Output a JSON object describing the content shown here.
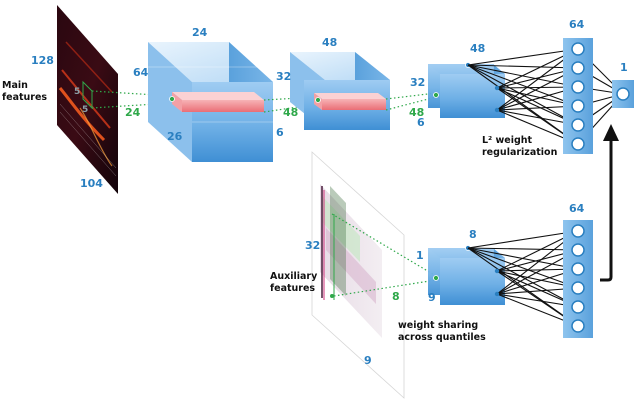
{
  "colors": {
    "dim_blue": "#2a7fc0",
    "dim_green": "#2fa84a",
    "block_face": "#7ab6e8",
    "block_dark": "#3f8fd4",
    "kernel_red": "#f07f85",
    "arrow": "#111111"
  },
  "main_input": {
    "label_line1": "Main",
    "label_line2": "features",
    "height": "128",
    "width": "104",
    "kernel_a": "5",
    "kernel_b": "5"
  },
  "conv1": {
    "depth": "24",
    "height": "64",
    "width": "26",
    "out_channels": "24"
  },
  "conv2": {
    "depth": "48",
    "height": "32",
    "width": "6",
    "out_channels": "48"
  },
  "conv3": {
    "depth": "48",
    "height": "32",
    "width": "6",
    "out_channels": "48"
  },
  "dense_main": {
    "units": "64",
    "neuron_count": 6
  },
  "output": {
    "units": "1"
  },
  "aux_input": {
    "label_line1": "Auxiliary",
    "label_line2": "features",
    "height": "32",
    "kernel_width": "8",
    "width": "9"
  },
  "aux_block": {
    "height": "1",
    "channels": "8",
    "width": "9"
  },
  "dense_aux": {
    "units": "64",
    "neuron_count": 6
  },
  "annotations": {
    "reg_line1": "L² weight",
    "reg_line2": "regularization",
    "share_line1": "weight sharing",
    "share_line2": "across quantiles"
  }
}
